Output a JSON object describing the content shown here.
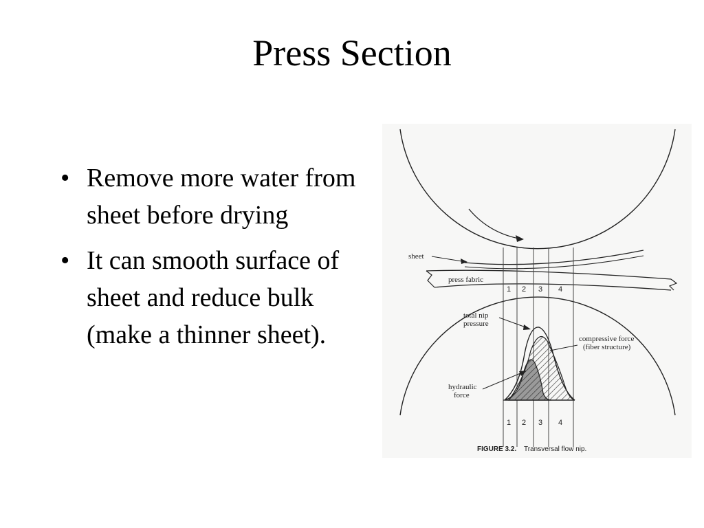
{
  "slide": {
    "title": "Press Section",
    "bullets": [
      "Remove more water from sheet before drying",
      "It can smooth surface of sheet and reduce bulk (make a thinner sheet)."
    ]
  },
  "figure": {
    "labels": {
      "sheet": "sheet",
      "press_fabric": "press fabric",
      "total_nip_pressure_1": "total nip",
      "total_nip_pressure_2": "pressure",
      "compressive_force_1": "compressive force",
      "compressive_force_2": "(fiber structure)",
      "hydraulic_force_1": "hydraulic",
      "hydraulic_force_2": "force"
    },
    "zones": [
      "1",
      "2",
      "3",
      "4"
    ],
    "caption_number": "FIGURE 3.2.",
    "caption_text": "Transversal flow nip."
  }
}
